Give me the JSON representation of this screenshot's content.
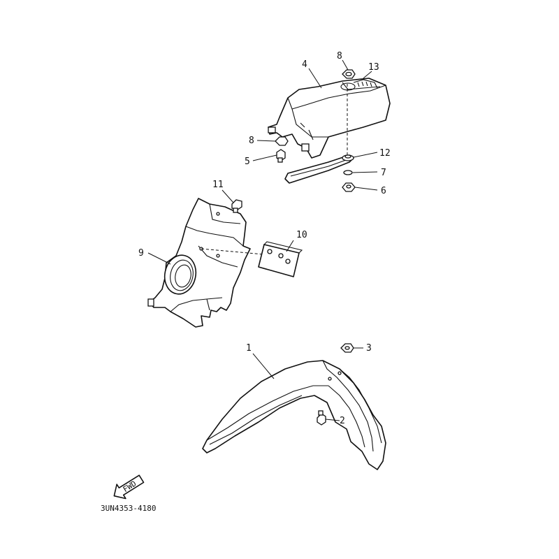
{
  "diagram": {
    "part_code": "3UN4353-4180",
    "fwd_label": "FWD",
    "callouts": [
      {
        "id": "c1",
        "label": "1"
      },
      {
        "id": "c2",
        "label": "2"
      },
      {
        "id": "c3",
        "label": "3"
      },
      {
        "id": "c4",
        "label": "4"
      },
      {
        "id": "c5",
        "label": "5"
      },
      {
        "id": "c6",
        "label": "6"
      },
      {
        "id": "c7",
        "label": "7"
      },
      {
        "id": "c8a",
        "label": "8"
      },
      {
        "id": "c8b",
        "label": "8"
      },
      {
        "id": "c9",
        "label": "9"
      },
      {
        "id": "c10",
        "label": "10"
      },
      {
        "id": "c11",
        "label": "11"
      },
      {
        "id": "c12",
        "label": "12"
      },
      {
        "id": "c13",
        "label": "13"
      }
    ]
  }
}
